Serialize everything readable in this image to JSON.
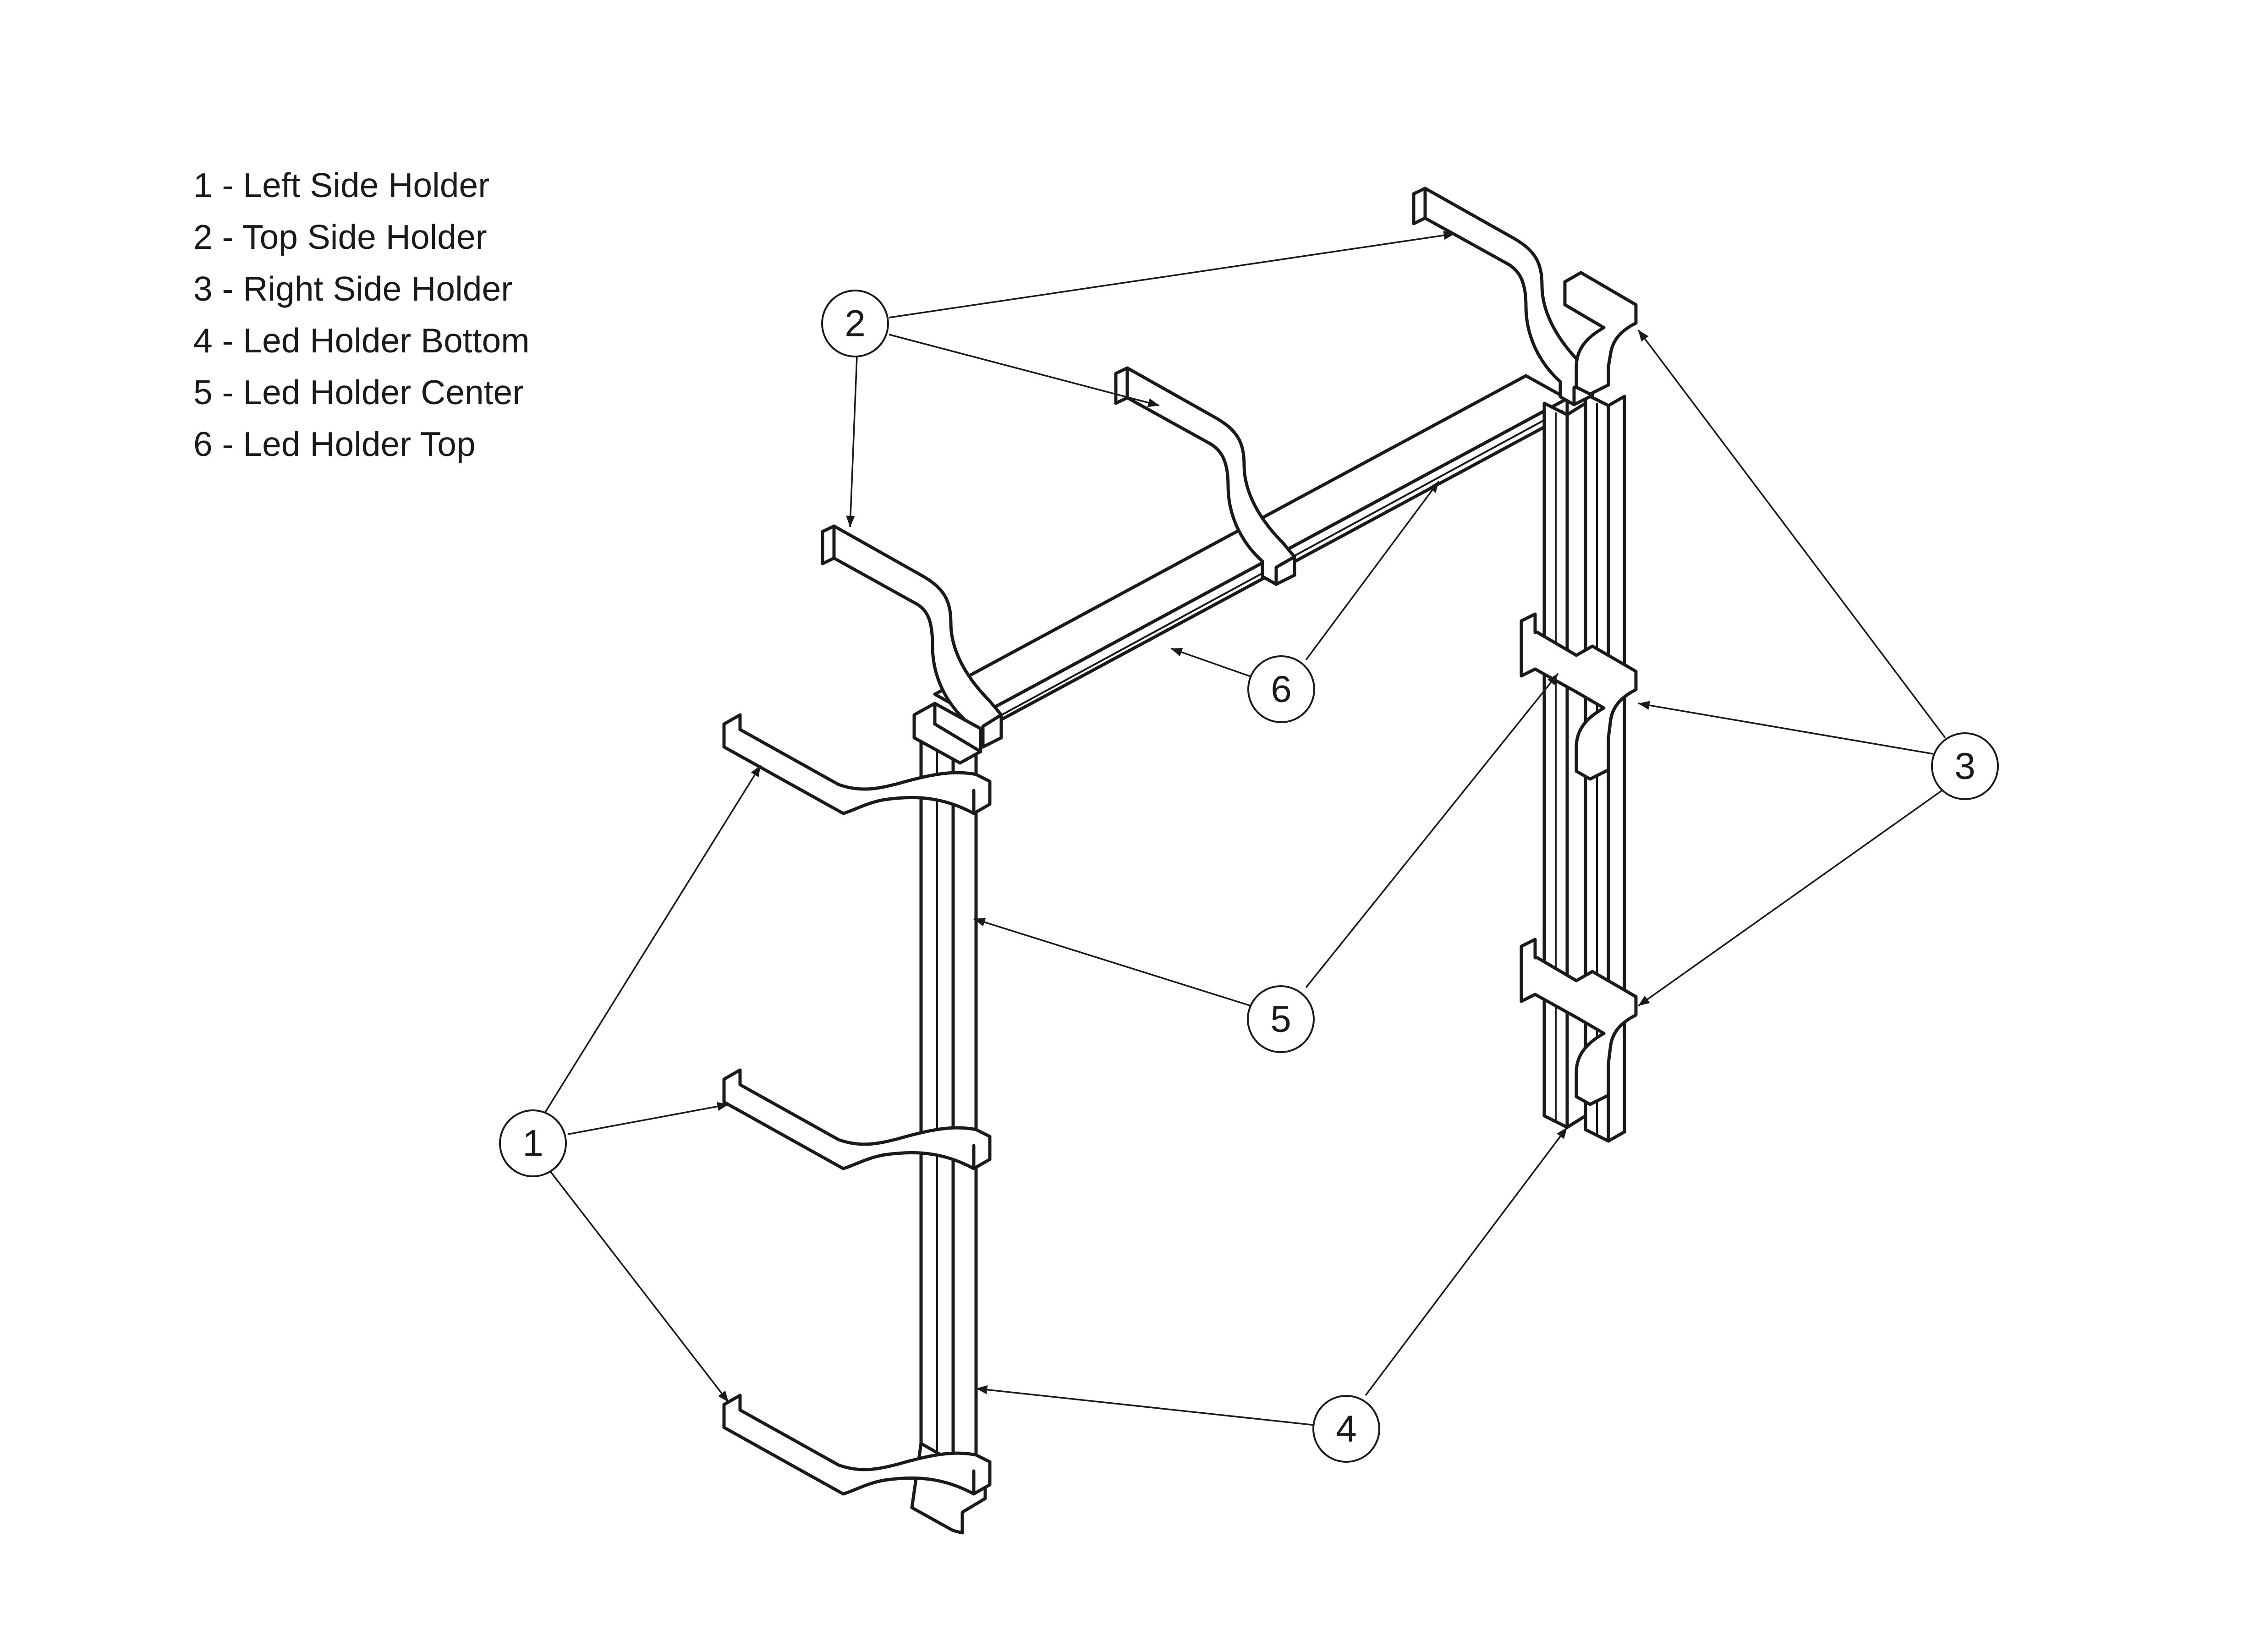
{
  "legend": {
    "items": [
      {
        "number": "1",
        "label": "1 - Left Side Holder"
      },
      {
        "number": "2",
        "label": "2 - Top Side Holder"
      },
      {
        "number": "3",
        "label": "3 - Right Side Holder"
      },
      {
        "number": "4",
        "label": "4 - Led Holder Bottom"
      },
      {
        "number": "5",
        "label": "5 - Led Holder Center"
      },
      {
        "number": "6",
        "label": "6 - Led Holder Top"
      }
    ]
  },
  "callouts": {
    "c1": "1",
    "c2": "2",
    "c3": "3",
    "c4": "4",
    "c5": "5",
    "c6": "6"
  },
  "colors": {
    "line": "#1a1a1a",
    "background": "#ffffff"
  }
}
